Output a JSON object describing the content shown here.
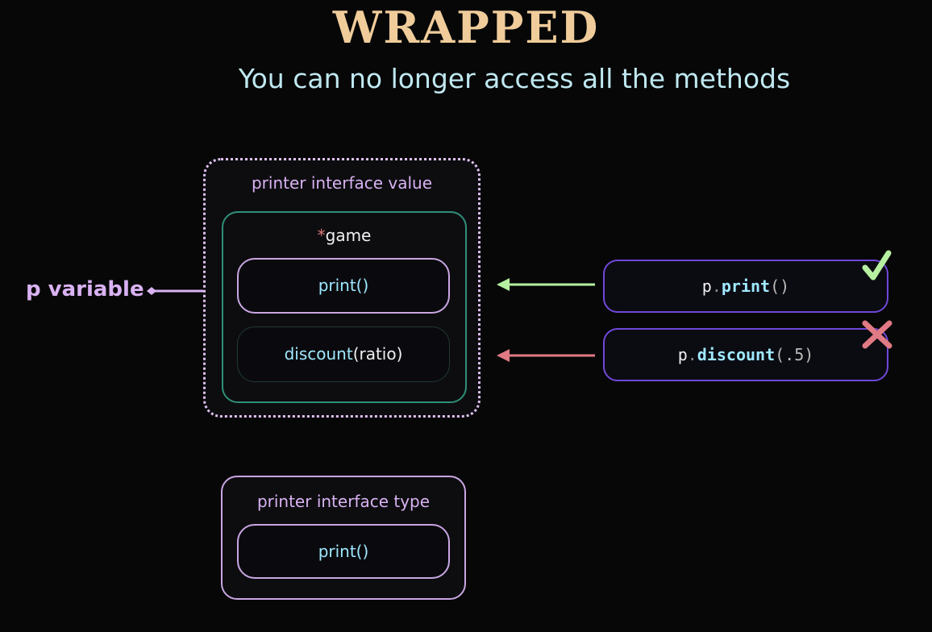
{
  "header": {
    "title": "WRAPPED",
    "subtitle": "You can no longer access all the methods"
  },
  "interface_value": {
    "label": "printer interface value",
    "inner": {
      "star": "*",
      "label": "game",
      "methods": [
        "print()",
        "discount"
      ],
      "discount_args": "(ratio)"
    }
  },
  "interface_type": {
    "label": "printer interface type",
    "method": "print()"
  },
  "variable_label": "p variable",
  "calls": [
    {
      "receiver": "p",
      "dot": ".",
      "method": "print",
      "args": "()",
      "status": "allowed",
      "status_color": "#b6f0a0"
    },
    {
      "receiver": "p",
      "dot": ".",
      "method": "discount",
      "args": "(.5)",
      "status": "denied",
      "status_color": "#e07a84"
    }
  ],
  "colors": {
    "title": "#efcc9a",
    "accent_purple": "#c9a6e3",
    "accent_green": "#2f8f78",
    "call_border": "#7048d8"
  }
}
